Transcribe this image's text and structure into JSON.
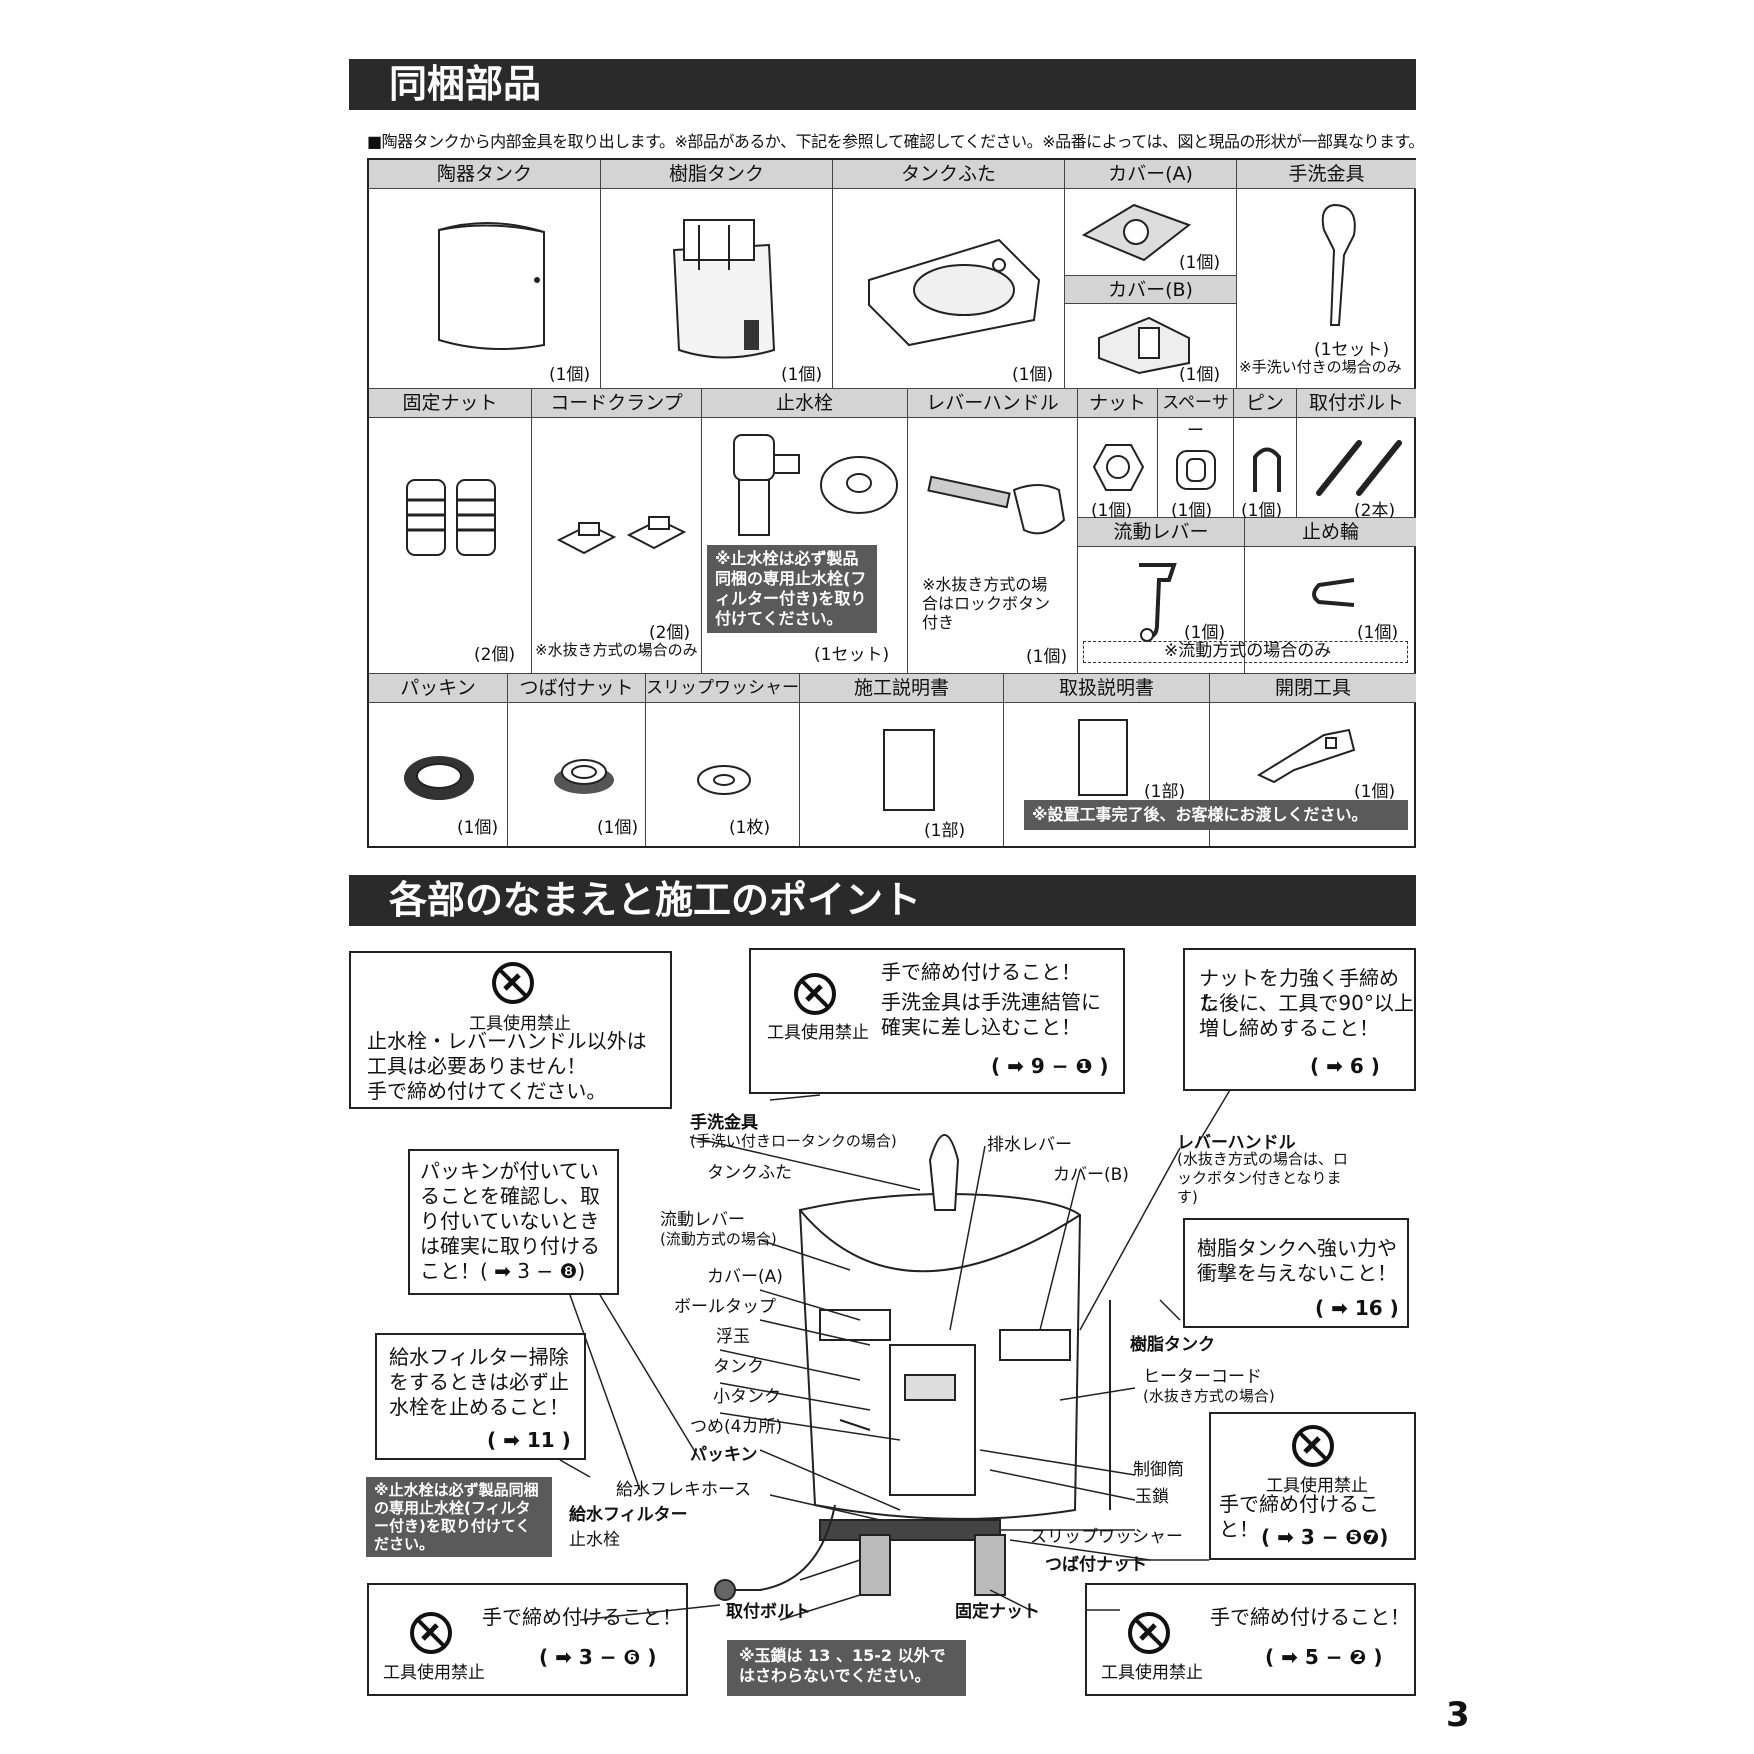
{
  "section1": {
    "title": "同梱部品",
    "intro": "■陶器タンクから内部金具を取り出します。※部品があるか、下記を参照して確認してください。※品番によっては、図と現品の形状が一部異なります。",
    "row1": [
      {
        "name": "陶器タンク",
        "qty": "(1個)"
      },
      {
        "name": "樹脂タンク",
        "qty": "(1個)"
      },
      {
        "name": "タンクふた",
        "qty": "(1個)"
      },
      {
        "name": "カバー(A)",
        "qty": "(1個)"
      },
      {
        "name": "手洗金具",
        "qty": "(1セット)",
        "note": "※手洗い付きの場合のみ"
      }
    ],
    "coverB": {
      "name": "カバー(B)",
      "qty": "(1個)"
    },
    "row2": [
      {
        "name": "固定ナット",
        "qty": "(2個)"
      },
      {
        "name": "コードクランプ",
        "qty": "(2個)",
        "note": "※水抜き方式の場合のみ"
      },
      {
        "name": "止水栓",
        "qty": "(1セット)",
        "note": "※止水栓は必ず製品同梱の専用止水栓(フィルター付き)を取り付けてください。"
      },
      {
        "name": "レバーハンドル",
        "qty": "(1個)",
        "note": "※水抜き方式の場合はロックボタン付き"
      },
      {
        "name": "ナット",
        "qty": "(1個)"
      },
      {
        "name": "スペーサー",
        "qty": "(1個)"
      },
      {
        "name": "ピン",
        "qty": "(1個)"
      },
      {
        "name": "取付ボルト",
        "qty": "(2本)"
      }
    ],
    "flowLever": {
      "name": "流動レバー",
      "qty": "(1個)"
    },
    "stopRing": {
      "name": "止め輪",
      "qty": "(1個)"
    },
    "flowNote": "※流動方式の場合のみ",
    "row3": [
      {
        "name": "パッキン",
        "qty": "(1個)"
      },
      {
        "name": "つば付ナット",
        "qty": "(1個)"
      },
      {
        "name": "スリップワッシャー",
        "qty": "(1枚)"
      },
      {
        "name": "施工説明書",
        "qty": "(1部)"
      },
      {
        "name": "取扱説明書",
        "qty": "(1部)"
      },
      {
        "name": "開閉工具",
        "qty": "(1個)"
      }
    ],
    "handover": "※設置工事完了後、お客様にお渡しください。"
  },
  "section2": {
    "title": "各部のなまえと施工のポイント",
    "noTool": "工具使用禁止",
    "box1": [
      "止水栓・レバーハンドル以外は",
      "工具は必要ありません！",
      "手で締め付けてください。"
    ],
    "box2": [
      "手で締め付けること！",
      "手洗金具は手洗連結管に",
      "確実に差し込むこと！"
    ],
    "box2ref": "( ➡ 9 − ❶ )",
    "box3": [
      "ナットを力強く手締めし",
      "た後に、工具で90°以上",
      "増し締めすること！"
    ],
    "box3ref": "( ➡ 6 )",
    "box4": [
      "パッキンが付いてい",
      "ることを確認し、取",
      "り付いていないとき",
      "は確実に取り付ける",
      "こと！( ➡ 3 − ❽)"
    ],
    "box5": [
      "樹脂タンクへ強い力や",
      "衝撃を与えないこと！"
    ],
    "box5ref": "( ➡ 16 )",
    "box6": [
      "給水フィルター掃除",
      "をするときは必ず止",
      "水栓を止めること！"
    ],
    "box6ref": "( ➡ 11 )",
    "box7": "手で締め付けること！",
    "box7ref": "( ➡ 3 − ❺❼)",
    "box8": "手で締め付けること！",
    "box8ref": "( ➡ 3 − ❻ )",
    "box9": "手で締め付けること！",
    "box9ref": "( ➡ 5 − ❷ )",
    "darkNote1": "※止水栓は必ず製品同梱の専用止水栓(フィルター付き)を取り付けてください。",
    "darkNote2": "※玉鎖は 13 、15-2 以外ではさわらないでください。",
    "labels": {
      "tearai": "手洗金具",
      "tearaiSub": "(手洗い付きロータンクの場合)",
      "tankFuta": "タンクふた",
      "haisui": "排水レバー",
      "coverB": "カバー(B)",
      "lever": "レバーハンドル",
      "leverSub": "(水抜き方式の場合は、ロックボタン付きとなります)",
      "ryudo": "流動レバー",
      "ryudoSub": "(流動方式の場合)",
      "coverA": "カバー(A)",
      "ball": "ボールタップ",
      "uki": "浮玉",
      "tank": "タンク",
      "koTank": "小タンク",
      "tsume": "つめ(4カ所)",
      "packing": "パッキン",
      "hose": "給水フレキホース",
      "filter": "給水フィルター",
      "shisui": "止水栓",
      "jushi": "樹脂タンク",
      "heater": "ヒーターコード",
      "heaterSub": "(水抜き方式の場合)",
      "seigyo": "制御筒",
      "tamakusari": "玉鎖",
      "slip": "スリップワッシャー",
      "tsuba": "つば付ナット",
      "bolt": "取付ボルト",
      "kotei": "固定ナット"
    }
  },
  "page": "3"
}
